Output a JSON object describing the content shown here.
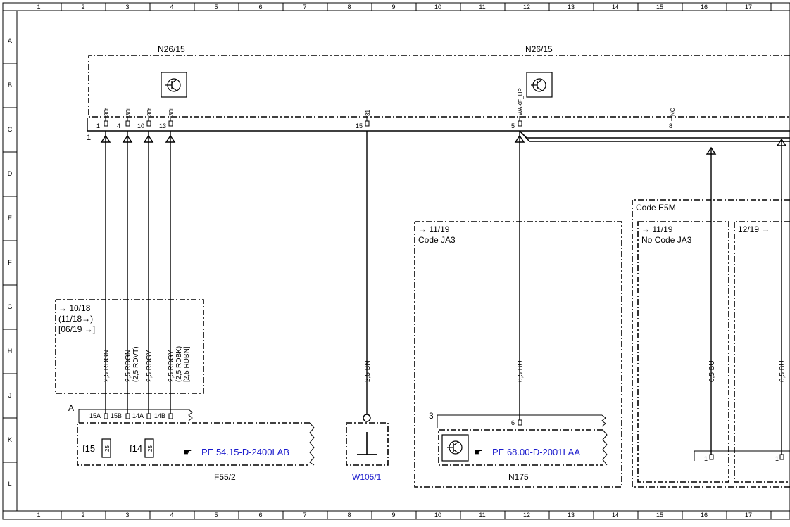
{
  "grid": {
    "columns": [
      "1",
      "2",
      "3",
      "4",
      "5",
      "6",
      "7",
      "8",
      "9",
      "10",
      "11",
      "12",
      "13",
      "14",
      "15",
      "16",
      "17"
    ],
    "rows": [
      "A",
      "B",
      "C",
      "D",
      "E",
      "F",
      "G",
      "H",
      "J",
      "K",
      "L"
    ]
  },
  "modules": {
    "left_label": "N26/15",
    "right_label": "N26/15",
    "bus_label": "1"
  },
  "pins": [
    {
      "num": "1",
      "name": "30t"
    },
    {
      "num": "4",
      "name": "30t"
    },
    {
      "num": "10",
      "name": "30t"
    },
    {
      "num": "13",
      "name": "30t"
    },
    {
      "num": "15",
      "name": "31"
    },
    {
      "num": "5",
      "name": "WAKE_UP"
    },
    {
      "num": "8",
      "name": "NC"
    }
  ],
  "wires": {
    "w1": "2,5 RDGN",
    "w2a": "2,5 RDGN",
    "w2b": "(2,5 RDVT)",
    "w3": "2,5 RDGY",
    "w4a": "2,5 RDGY",
    "w4b": "(2,5 RDBK)",
    "w4c": "[2,5 RDBN]",
    "w5": "2,5 BN",
    "w6": "0,5 BU",
    "w7": "0,5 BU",
    "w8": "0,5 BU"
  },
  "validity_box": {
    "line1": "→ 10/18",
    "line2": "(11/18→)",
    "line3": "[06/19 →]"
  },
  "fuse_block": {
    "connector_label": "A",
    "pins": [
      "15A",
      "15B",
      "14A",
      "14B"
    ],
    "fuse1_label": "f15",
    "fuse1_value": "25",
    "fuse2_label": "f14",
    "fuse2_value": "25",
    "ref": "PE 54.15-D-2400LAB",
    "name": "F55/2"
  },
  "ground": {
    "name": "W105/1"
  },
  "n175_box": {
    "date": "→ 11/19",
    "code": "Code JA3",
    "connector_label": "3",
    "pin": "6",
    "ref": "PE 68.00-D-2001LAA",
    "name": "N175"
  },
  "e5m_box": {
    "code": "Code E5M",
    "sub1_date": "→ 11/19",
    "sub1_code": "No Code JA3",
    "sub2_date": "12/19 →",
    "pin_a": "1",
    "pin_b": "1"
  }
}
